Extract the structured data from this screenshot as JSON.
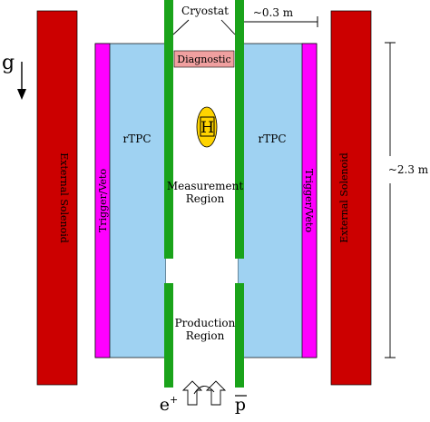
{
  "labels": {
    "gravity": "g",
    "cryostat": "Cryostat",
    "diagnostic": "Diagnostic",
    "hydrogen": "H",
    "rtpc_left": "rTPC",
    "rtpc_right": "rTPC",
    "trigger_left": "Trigger/Veto",
    "trigger_right": "Trigger/Veto",
    "solenoid_left": "External Solenoid",
    "solenoid_right": "External Solenoid",
    "measurement_line1": "Measurement",
    "measurement_line2": "Region",
    "production_line1": "Production",
    "production_line2": "Region",
    "width_dim": "~0.3 m",
    "height_dim": "~2.3 m",
    "positron_base": "e",
    "positron_sup": "+",
    "antiproton": "p"
  },
  "colors": {
    "solenoid": "#cc0000",
    "rtpc": "#9fd2f2",
    "trigger": "#ff00ff",
    "cryostat": "#1aa31a",
    "diagnostic": "#f0a0a0",
    "hydrogen": "#ffd400"
  }
}
